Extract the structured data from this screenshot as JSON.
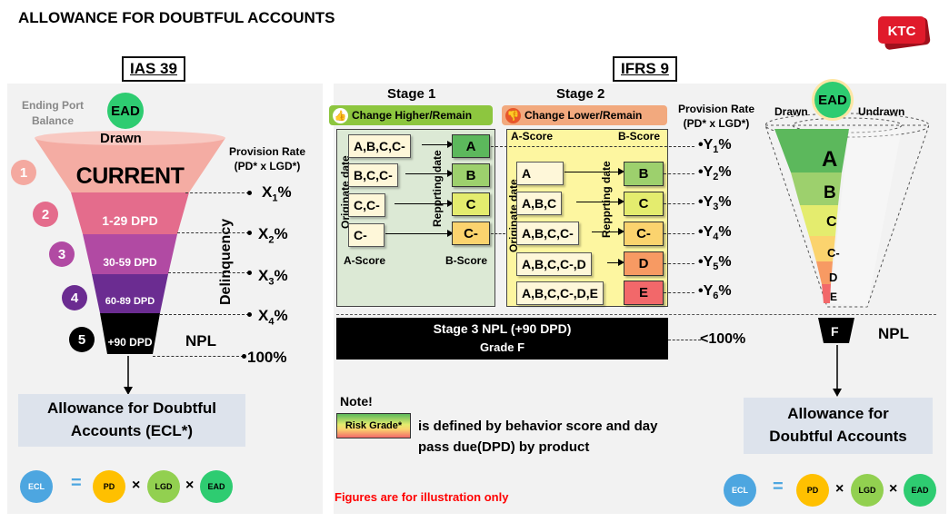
{
  "title": "ALLOWANCE FOR DOUBTFUL ACCOUNTS",
  "logo": "KTC",
  "ias": {
    "heading": "IAS 39",
    "ending_port": "Ending Port",
    "balance": "Balance",
    "ead": "EAD",
    "drawn": "Drawn",
    "provision_rate": "Provision Rate",
    "provision_formula": "(PD* x LGD*)",
    "delinquency": "Delinquency",
    "npl": "NPL",
    "levels": [
      {
        "num": "1",
        "label": "CURRENT",
        "rate_base": "X",
        "rate_sub": "1",
        "rate_suffix": "%",
        "num_color": "#f4a9a0"
      },
      {
        "num": "2",
        "label": "1-29 DPD",
        "rate_base": "X",
        "rate_sub": "2",
        "rate_suffix": "%",
        "num_color": "#e46c8c"
      },
      {
        "num": "3",
        "label": "30-59 DPD",
        "rate_base": "X",
        "rate_sub": "3",
        "rate_suffix": "%",
        "num_color": "#b14aa3"
      },
      {
        "num": "4",
        "label": "60-89 DPD",
        "rate_base": "X",
        "rate_sub": "4",
        "rate_suffix": "%",
        "num_color": "#6b2c91"
      },
      {
        "num": "5",
        "label": "+90 DPD",
        "rate_base": "100%",
        "rate_sub": "",
        "rate_suffix": "",
        "num_color": "#111111"
      }
    ],
    "allowance_line1": "Allowance for Doubtful",
    "allowance_line2": "Accounts (ECL*)",
    "formula": {
      "ecl": "ECL",
      "eq": "=",
      "pd": "PD",
      "x": "×",
      "lgd": "LGD",
      "ead": "EAD"
    }
  },
  "ifrs": {
    "heading": "IFRS 9",
    "stage1": "Stage 1",
    "stage2": "Stage 2",
    "change_higher": "Change Higher/Remain",
    "change_lower": "Change Lower/Remain",
    "provision_rate": "Provision Rate",
    "provision_formula": "(PD* x LGD*)",
    "originate_date": "Originate date",
    "reporting_date": "Repprting date",
    "s1_inputs": [
      "A,B,C,C-",
      "B,C,C-",
      "C,C-",
      "C-"
    ],
    "s1_grades": [
      "A",
      "B",
      "C",
      "C-"
    ],
    "s1_a_score": "A-Score",
    "s1_b_score": "B-Score",
    "s2_a_score": "A-Score",
    "s2_b_score": "B-Score",
    "s2_inputs": [
      "A",
      "A,B,C",
      "A,B,C,C-",
      "A,B,C,C-,D",
      "A,B,C,C-,D,E"
    ],
    "s2_grades": [
      "B",
      "C",
      "C-",
      "D",
      "E"
    ],
    "y_rates": [
      {
        "base": "Y",
        "sub": "1",
        "suffix": "%"
      },
      {
        "base": "Y",
        "sub": "2",
        "suffix": "%"
      },
      {
        "base": "Y",
        "sub": "3",
        "suffix": "%"
      },
      {
        "base": "Y",
        "sub": "4",
        "suffix": "%"
      },
      {
        "base": "Y",
        "sub": "5",
        "suffix": "%"
      },
      {
        "base": "Y",
        "sub": "6",
        "suffix": "%"
      }
    ],
    "stage3_line1": "Stage 3 NPL (+90 DPD)",
    "stage3_line2": "Grade F",
    "stage3_rate": "<100%",
    "funnel_ead": "EAD",
    "funnel_drawn": "Drawn",
    "funnel_undrawn": "Undrawn",
    "funnel_grades": [
      "A",
      "B",
      "C",
      "C-",
      "D",
      "E"
    ],
    "funnel_f": "F",
    "npl": "NPL",
    "note_title": "Note!",
    "risk_grade": "Risk Grade*",
    "note_text_1": "is defined by behavior score and day",
    "note_text_2": "pass due(DPD) by product",
    "disclaimer": "Figures are for illustration only",
    "allowance_line1": "Allowance for",
    "allowance_line2": "Doubtful Accounts",
    "formula": {
      "ecl": "ECL",
      "eq": "=",
      "pd": "PD",
      "x": "×",
      "lgd": "LGD",
      "ead": "EAD"
    }
  },
  "colors": {
    "grade_a": "#5cb85c",
    "grade_b": "#9dd06d",
    "grade_c": "#e4ec6e",
    "grade_cm": "#fbd36e",
    "grade_d": "#f79a63",
    "grade_e": "#f2686a",
    "stage1_bg": "#dce9d5",
    "stage2_bg": "#fdf6a0",
    "thumb_green": "#6fbf44",
    "thumb_red": "#e8562a",
    "ecl": "#4da6e0",
    "pd": "#ffc000",
    "lgd": "#92d050",
    "ead": "#2ecc71",
    "disclaimer": "#ff0000"
  }
}
